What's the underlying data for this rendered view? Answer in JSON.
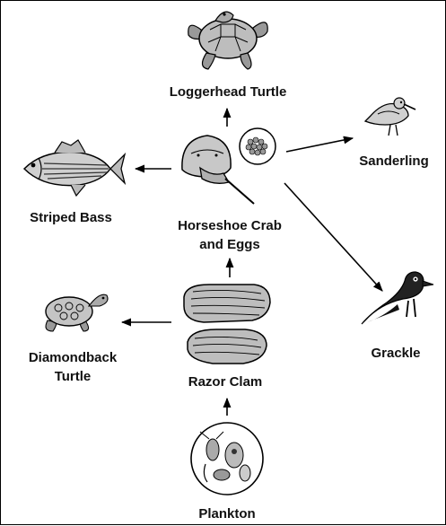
{
  "diagram": {
    "nodes": [
      {
        "id": "loggerhead",
        "label": "Loggerhead Turtle",
        "icon": "loggerhead-turtle-icon"
      },
      {
        "id": "sanderling",
        "label": "Sanderling",
        "icon": "sanderling-bird-icon"
      },
      {
        "id": "striped_bass",
        "label": "Striped Bass",
        "icon": "striped-bass-fish-icon"
      },
      {
        "id": "horseshoe",
        "label_line1": "Horseshoe Crab",
        "label_line2": "and Eggs",
        "icon": "horseshoe-crab-icon"
      },
      {
        "id": "grackle",
        "label": "Grackle",
        "icon": "grackle-bird-icon"
      },
      {
        "id": "diamondback",
        "label_line1": "Diamondback",
        "label_line2": "Turtle",
        "icon": "diamondback-turtle-icon"
      },
      {
        "id": "razor_clam",
        "label": "Razor Clam",
        "icon": "razor-clam-icon"
      },
      {
        "id": "plankton",
        "label": "Plankton",
        "icon": "plankton-icon"
      }
    ],
    "arrows": [
      {
        "from": "plankton",
        "to": "razor_clam"
      },
      {
        "from": "razor_clam",
        "to": "horseshoe"
      },
      {
        "from": "razor_clam",
        "to": "diamondback"
      },
      {
        "from": "horseshoe",
        "to": "loggerhead"
      },
      {
        "from": "horseshoe",
        "to": "striped_bass"
      },
      {
        "from": "horseshoe",
        "to": "sanderling"
      },
      {
        "from": "horseshoe",
        "to": "grackle"
      }
    ]
  }
}
